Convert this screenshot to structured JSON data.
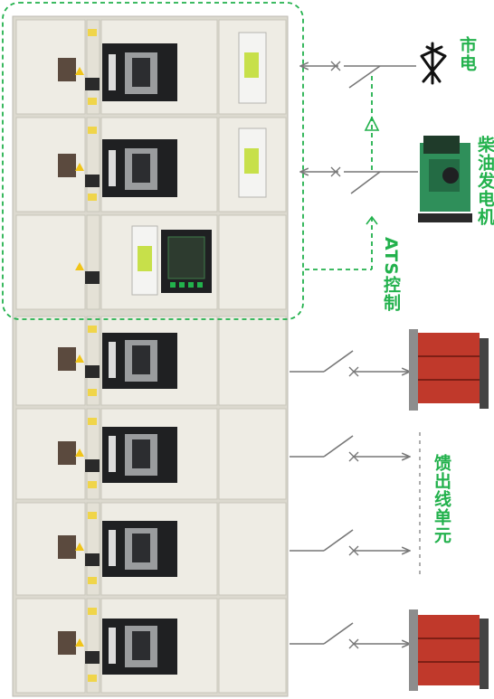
{
  "labels": {
    "grid": "市电",
    "generator": "柴油发电机",
    "ats": "ATS控制",
    "feeder": "馈出线单元"
  },
  "colors": {
    "accent_green": "#22b14c",
    "panel_fill": "#eeece4",
    "panel_edge": "#c9c6bb",
    "breaker_face": "#1f2022",
    "line_gray": "#777777",
    "transformer_red": "#c0392b"
  },
  "icons": {
    "grid": "power-tower-icon",
    "generator": "diesel-generator-icon",
    "transformer": "transformer-icon",
    "breaker": "circuit-breaker-icon",
    "switch": "switch-icon"
  }
}
